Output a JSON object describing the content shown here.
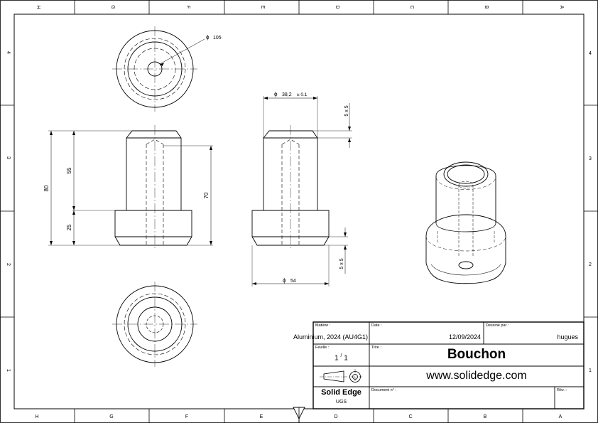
{
  "drawing": {
    "columns": [
      "H",
      "G",
      "F",
      "E",
      "D",
      "C",
      "B",
      "A"
    ],
    "rows": [
      "4",
      "3",
      "2",
      "1"
    ],
    "dimensions": {
      "hole_diameter": "105",
      "top_diameter": "38,2",
      "top_tolerance": "± 0.1",
      "chamfer_top": "5 x 5",
      "chamfer_bottom": "5 x 5",
      "base_diameter": "54",
      "total_height": "80",
      "upper_height": "55",
      "lower_height": "25",
      "bore_depth": "70",
      "phi_symbol": "ϕ"
    }
  },
  "title_block": {
    "material_label": "Matière :",
    "material_value": "Aluminium, 2024 (AU4G1)",
    "date_label": "Date :",
    "date_value": "12/09/2024",
    "drawn_by_label": "Dessiné par :",
    "drawn_by_value": "hugues",
    "sheet_label": "Feuille :",
    "sheet_value": "1",
    "sheet_sep": "/",
    "sheet_total": "1",
    "title_label": "Titre :",
    "title_value": "Bouchon",
    "website": "www.solidedge.com",
    "brand": "Solid Edge",
    "brand_sub": "UGS",
    "doc_label": "Document n° :",
    "rev_label": "Rév. :"
  }
}
